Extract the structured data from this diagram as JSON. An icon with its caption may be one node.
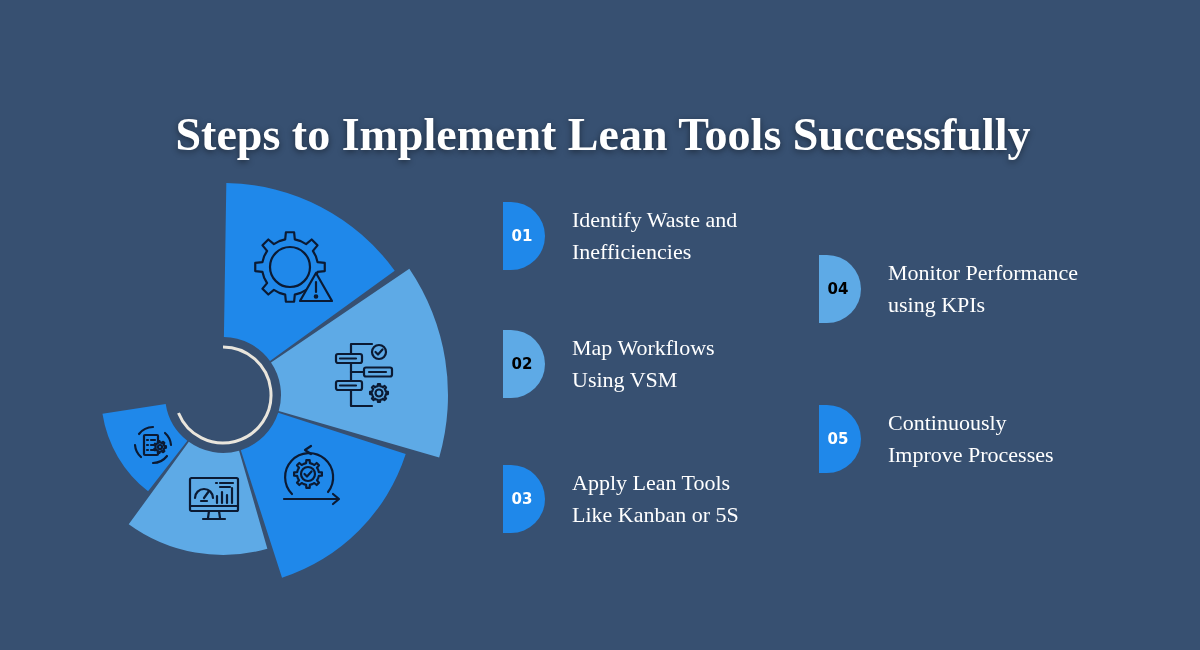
{
  "diagram": {
    "title": "Steps to Implement Lean Tools Successfully",
    "nodes": [
      {
        "text": [
          "01"
        ],
        "beside": [
          "Identify Waste and Inefficiencies"
        ]
      },
      {
        "text": [
          "02"
        ],
        "beside": [
          "Map Workflows Using VSM"
        ]
      },
      {
        "text": [
          "03"
        ],
        "beside": [
          "Apply Lean Tools Like Kanban or 5S"
        ]
      },
      {
        "text": [
          "04"
        ],
        "beside": [
          "Monitor Performance using KPIs"
        ]
      },
      {
        "text": [
          "05"
        ],
        "beside": [
          "Continuously Improve Processes"
        ]
      }
    ]
  }
}
